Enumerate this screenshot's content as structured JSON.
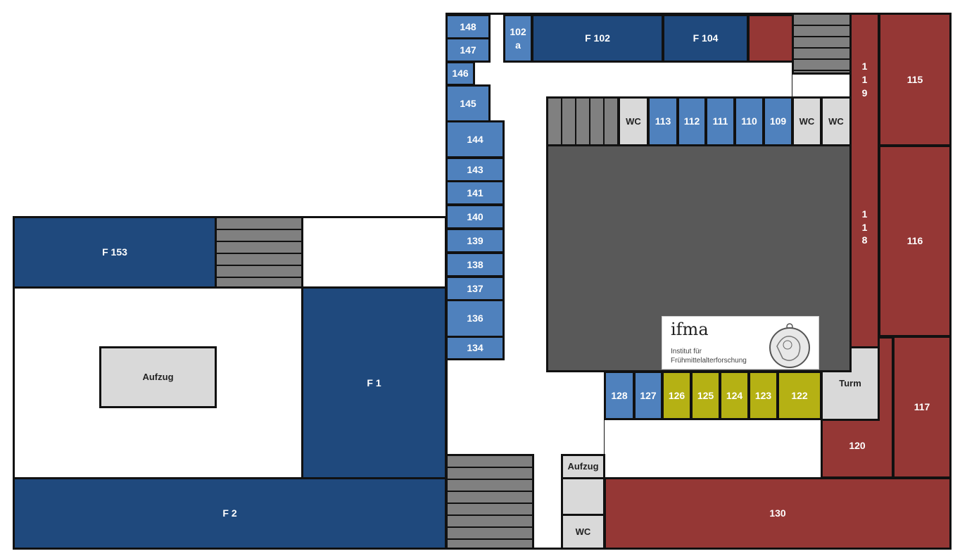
{
  "colors": {
    "lab_blue": "#4f81bd",
    "admin_blue": "#1f497d",
    "red": "#953735",
    "olive": "#b5b114",
    "stairs": "#808080",
    "courtyard": "#595959",
    "service": "#d9d9d9"
  },
  "rooms": {
    "r148": "148",
    "r147": "147",
    "r146": "146",
    "r145": "145",
    "r144": "144",
    "r143": "143",
    "r141": "141",
    "r140": "140",
    "r139": "139",
    "r138": "138",
    "r137": "137",
    "r136": "136",
    "r134": "134",
    "r102a": "102\na",
    "f102": "F 102",
    "f104": "F 104",
    "r119": "1\n1\n9",
    "r118": "1\n1\n8",
    "r115": "115",
    "r116": "116",
    "r117": "117",
    "r120": "120",
    "r130": "130",
    "wc1": "WC",
    "r113": "113",
    "r112": "112",
    "r111": "111",
    "r110": "110",
    "r109": "109",
    "wc2": "WC",
    "wc3": "WC",
    "r128": "128",
    "r127": "127",
    "r126": "126",
    "r125": "125",
    "r124": "124",
    "r123": "123",
    "r122": "122",
    "turm": "Turm",
    "aufzug_small": "Aufzug",
    "wc_bottom": "WC",
    "f153": "F 153",
    "f1": "F 1",
    "f2": "F 2",
    "aufzug_large": "Aufzug"
  },
  "logo": {
    "name": "ifma",
    "line1": "Institut für",
    "line2": "Frühmittelalterforschung"
  }
}
